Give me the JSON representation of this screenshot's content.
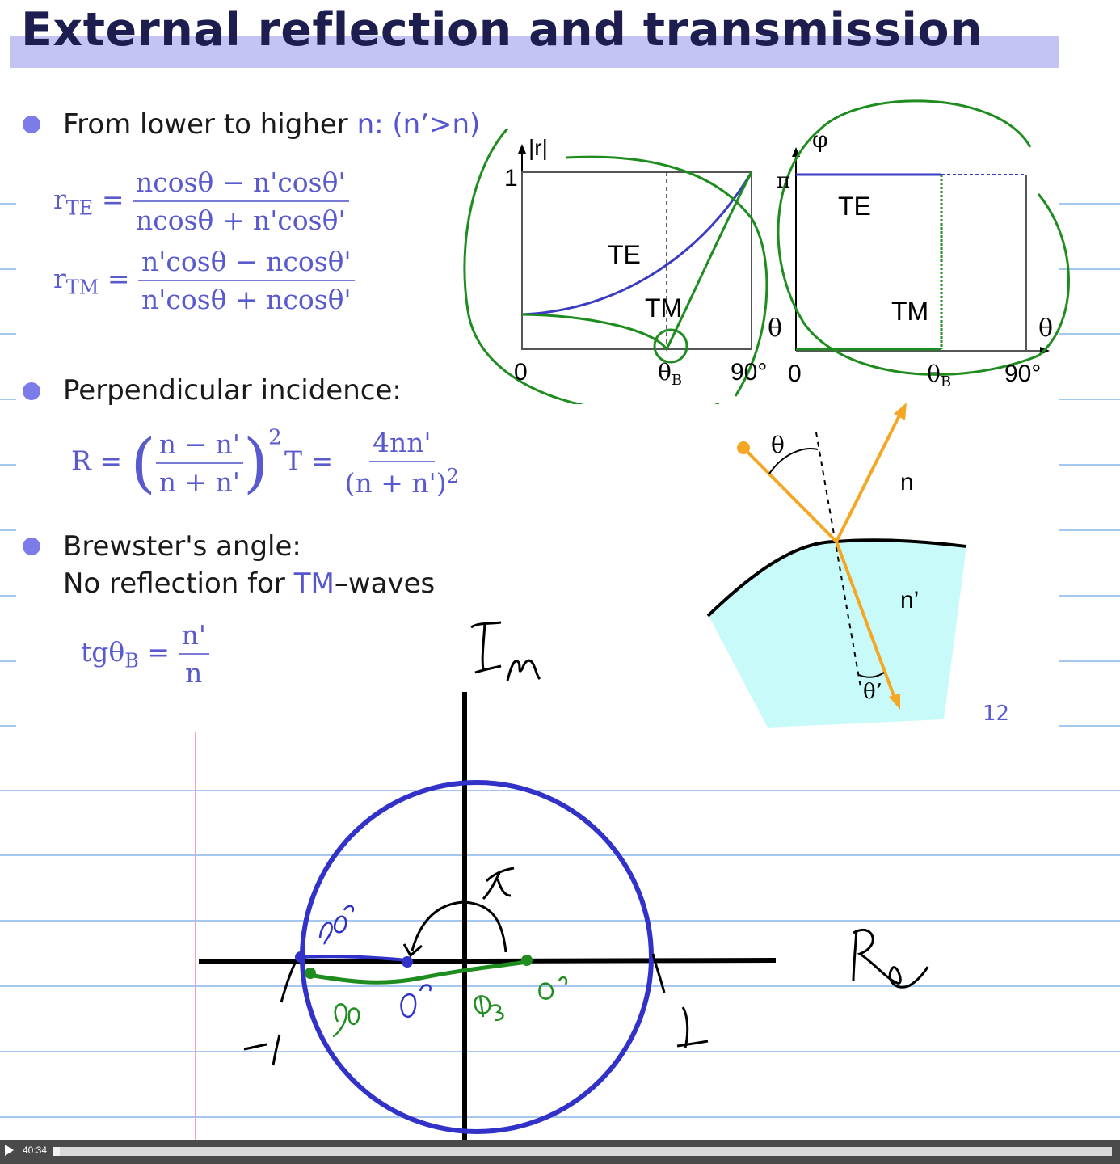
{
  "slide": {
    "title": "External reflection and transmission",
    "bullets": [
      {
        "pre": "From lower to higher ",
        "var": "n",
        "post": ": (n’>n)"
      },
      {
        "text": "Perpendicular incidence:"
      },
      {
        "line1": "Brewster's angle:",
        "line2_pre": "No reflection for ",
        "line2_blue": "TM",
        "line2_post": "–waves"
      }
    ],
    "equations": {
      "r_te_lhs": "r",
      "r_te_sub": "TE",
      "r_te_num": "ncosθ − n'cosθ'",
      "r_te_den": "ncosθ + n'cosθ'",
      "r_tm_lhs": "r",
      "r_tm_sub": "TM",
      "r_tm_num": "n'cosθ − ncosθ'",
      "r_tm_den": "n'cosθ + ncosθ'",
      "R_lhs": "R =",
      "R_num": "n − n'",
      "R_den": "n + n'",
      "R_exp": "2",
      "T_lhs": "T =",
      "T_num": "4nn'",
      "T_den": "(n + n')",
      "T_exp": "2",
      "brew_lhs": "tgθ",
      "brew_sub": "B",
      "brew_num": "n'",
      "brew_den": "n"
    },
    "plot_r": {
      "ylabel": "|r|",
      "one": "1",
      "te": "TE",
      "tm": "TM",
      "theta": "θ",
      "zero": "0",
      "thetab": "θ",
      "thetab_sub": "B",
      "ninety": "90°"
    },
    "plot_phi": {
      "ylabel": "φ",
      "pi": "π",
      "te": "TE",
      "tm": "TM",
      "theta": "θ",
      "zero": "0",
      "thetab": "θ",
      "thetab_sub": "B",
      "ninety": "90°"
    },
    "refraction": {
      "theta": "θ",
      "n": "n",
      "n_prime": "n’",
      "theta_prime": "θ’"
    },
    "slide_number": "12"
  },
  "colors": {
    "accent": "#3b3bc4",
    "pen_green": "#1e8c1e",
    "pen_blue": "#3232c8",
    "ray": "#f5a623",
    "medium": "#c8fafa",
    "ruled": "#a6c8ee",
    "margin": "#f2a0c0"
  },
  "player": {
    "time": "40:34",
    "progress_fraction": 0.006
  }
}
